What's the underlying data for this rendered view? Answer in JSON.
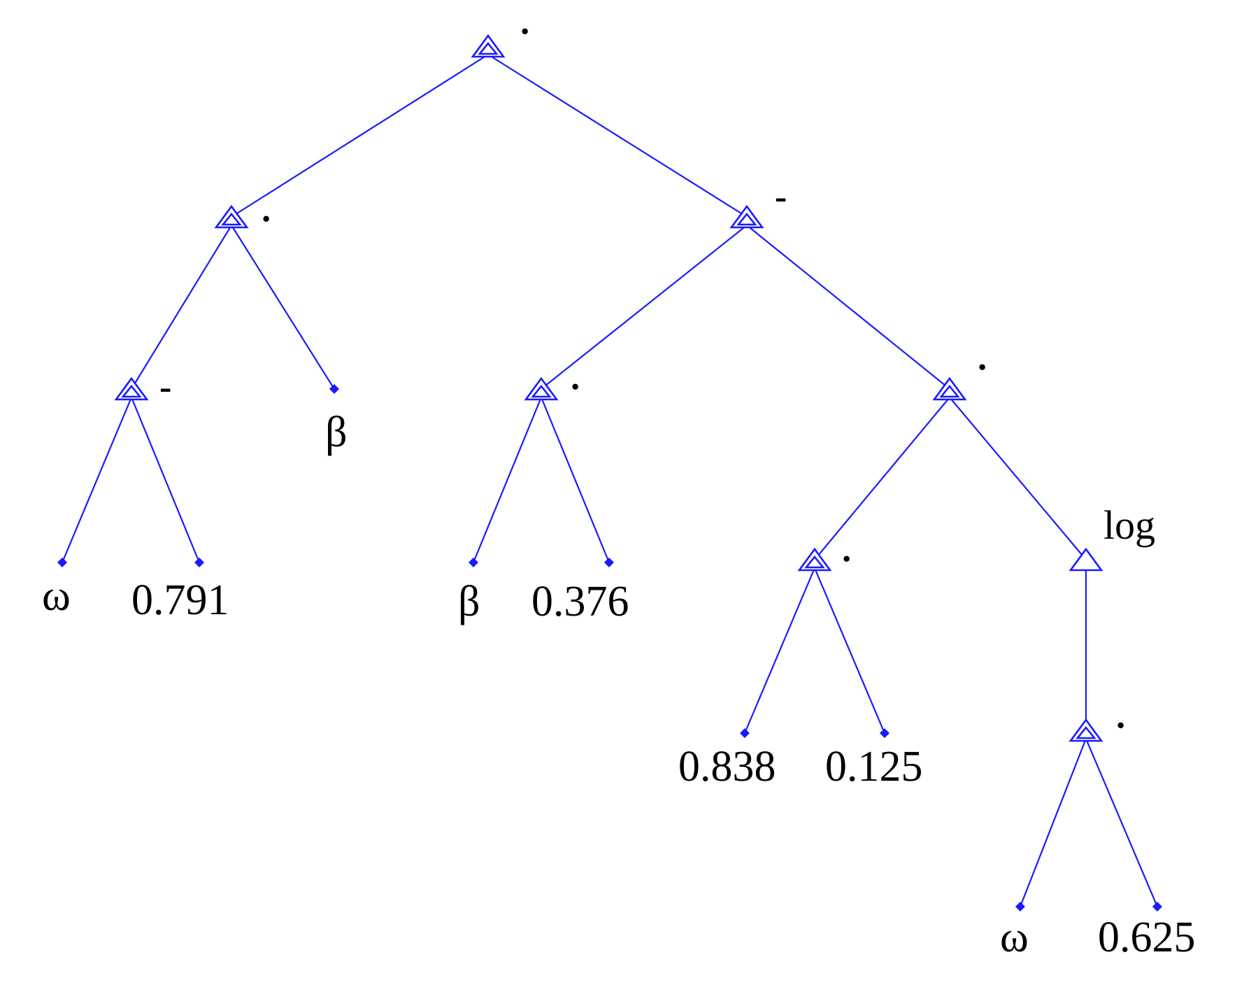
{
  "diagram": {
    "type": "expression-tree",
    "line_color": "#1a1aff",
    "text_color": "#000000",
    "nodes": [
      {
        "id": "n0",
        "kind": "operator",
        "label": "·"
      },
      {
        "id": "n1",
        "kind": "operator",
        "label": "·",
        "parent": "n0"
      },
      {
        "id": "n2",
        "kind": "operator",
        "label": "-",
        "parent": "n0"
      },
      {
        "id": "n3",
        "kind": "operator",
        "label": "-",
        "parent": "n1"
      },
      {
        "id": "n4",
        "kind": "leaf",
        "label": "β",
        "parent": "n1"
      },
      {
        "id": "n5",
        "kind": "leaf",
        "label": "ω",
        "parent": "n3"
      },
      {
        "id": "n6",
        "kind": "leaf",
        "label": "0.791",
        "parent": "n3"
      },
      {
        "id": "n7",
        "kind": "operator",
        "label": "·",
        "parent": "n2"
      },
      {
        "id": "n8",
        "kind": "operator",
        "label": "·",
        "parent": "n2"
      },
      {
        "id": "n9",
        "kind": "leaf",
        "label": "β",
        "parent": "n7"
      },
      {
        "id": "n10",
        "kind": "leaf",
        "label": "0.376",
        "parent": "n7"
      },
      {
        "id": "n11",
        "kind": "operator",
        "label": "·",
        "parent": "n8"
      },
      {
        "id": "n12",
        "kind": "function",
        "label": "log",
        "parent": "n8"
      },
      {
        "id": "n13",
        "kind": "leaf",
        "label": "0.838",
        "parent": "n11"
      },
      {
        "id": "n14",
        "kind": "leaf",
        "label": "0.125",
        "parent": "n11"
      },
      {
        "id": "n15",
        "kind": "operator",
        "label": "·",
        "parent": "n12"
      },
      {
        "id": "n16",
        "kind": "leaf",
        "label": "ω",
        "parent": "n15"
      },
      {
        "id": "n17",
        "kind": "leaf",
        "label": "0.625",
        "parent": "n15"
      }
    ]
  }
}
